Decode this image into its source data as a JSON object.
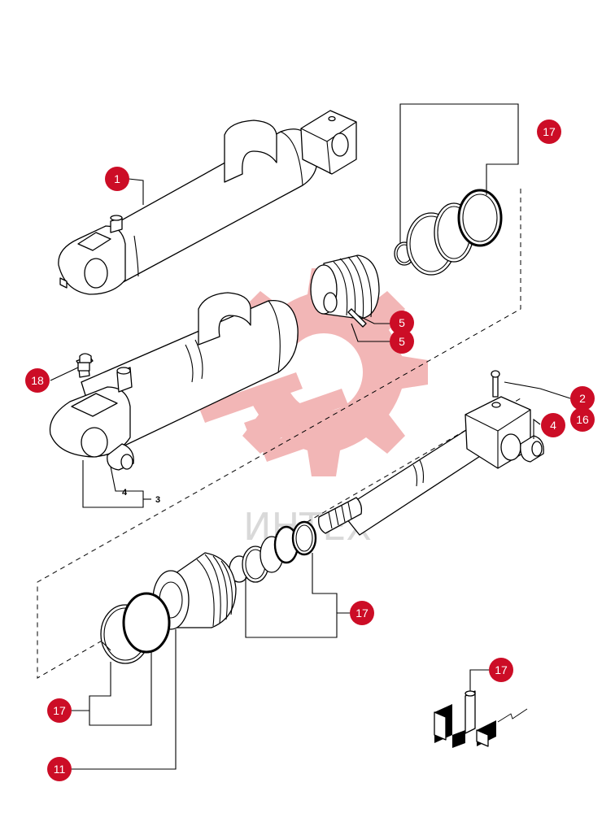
{
  "colors": {
    "badge": "#cc0d26",
    "watermark": "#f2b6b6",
    "watermark_text": "#d9d9d9",
    "line": "#000000"
  },
  "watermark": {
    "text": "ИНТЕХ",
    "icon": "gear-with-wrench-logo"
  },
  "callouts": {
    "c1": "1",
    "c2": "2",
    "c4a": "4",
    "c16": "16",
    "c5": "5",
    "c5b": "5",
    "c17a": "17",
    "c17b": "17",
    "c17c": "17",
    "c17d": "17",
    "c18": "18",
    "c11": "11"
  },
  "plain_labels": {
    "p4": "4",
    "p3": "3"
  }
}
